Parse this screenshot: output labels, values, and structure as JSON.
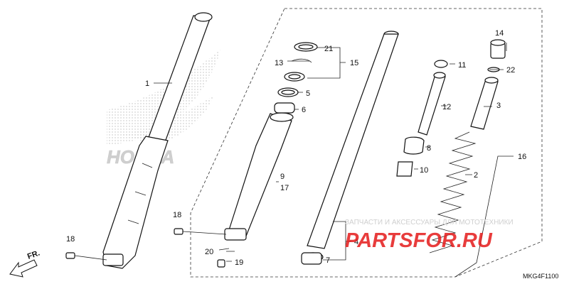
{
  "callouts": {
    "c1": "1",
    "c2": "2",
    "c3": "3",
    "c4": "4",
    "c5": "5",
    "c6": "6",
    "c7": "7",
    "c8": "8",
    "c9": "9",
    "c10": "10",
    "c11": "11",
    "c12": "12",
    "c13": "13",
    "c14": "14",
    "c15": "15",
    "c16": "16",
    "c17": "17",
    "c18a": "18",
    "c18b": "18",
    "c19": "19",
    "c20": "20",
    "c21": "21",
    "c22": "22"
  },
  "brand_watermark": "HONDA",
  "direction_label": "FR.",
  "shop_watermark": {
    "tagline": "ЗАПЧАСТИ И АКСЕССУАРЫ ДЛЯ МОТОТЕХНИКИ",
    "logo": "PARTSFOR.RU"
  },
  "diagram_code": "MKG4F1100",
  "colors": {
    "line": "#111111",
    "watermark_red": "#e41b1b",
    "watermark_gray": "#cfcfcf"
  }
}
